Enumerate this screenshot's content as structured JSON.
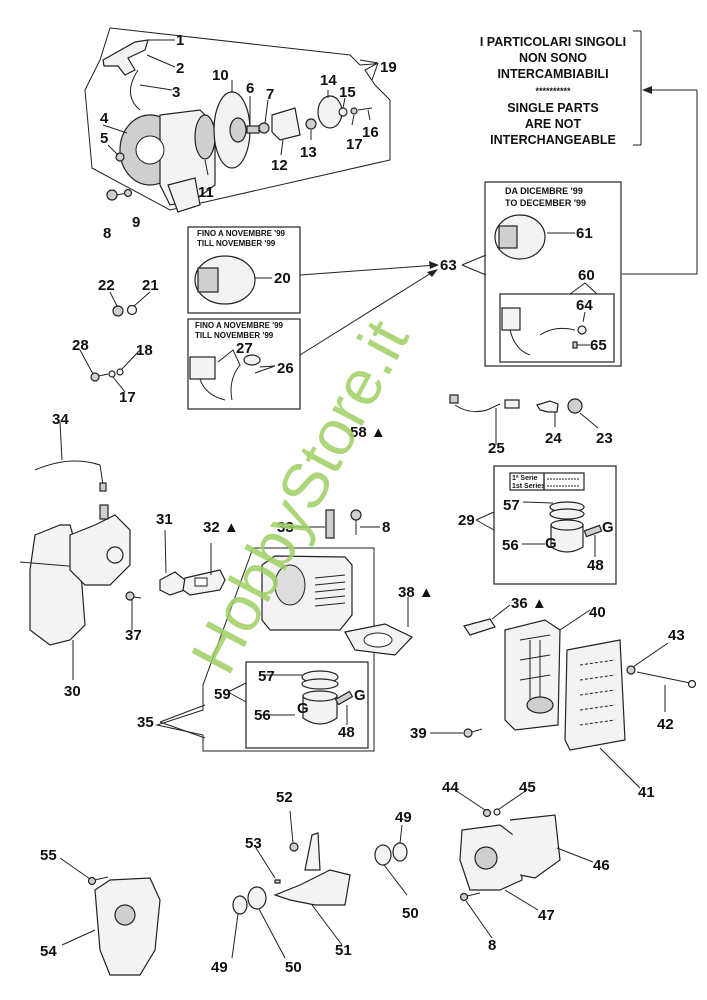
{
  "notice": {
    "italian": [
      "I PARTICOLARI SINGOLI",
      "NON SONO",
      "INTERCAMBIABILI"
    ],
    "separator": "**********",
    "english": [
      "SINGLE PARTS",
      "ARE NOT",
      "INTERCHANGEABLE"
    ]
  },
  "boxes": {
    "from_december": [
      "DA DICEMBRE   '99",
      "TO DECEMBER  '99"
    ],
    "until_november_flywheel": [
      "FINO A NOVEMBRE '99",
      "TILL NOVEMBER     '99"
    ],
    "until_november_coil": [
      "FINO A NOVEMBRE '99",
      "TILL NOVEMBER     '99"
    ],
    "first_series": [
      "1ª Serie",
      "1st Series"
    ]
  },
  "watermark": "HobbyStore.it",
  "watermark_color": "#9fcf63",
  "callouts": {
    "c1": "1",
    "c2": "2",
    "c3": "3",
    "c4": "4",
    "c5": "5",
    "c6": "6",
    "c7": "7",
    "c8a": "8",
    "c8b": "8",
    "c8c": "8",
    "c9": "9",
    "c10": "10",
    "c11": "11",
    "c12": "12",
    "c13": "13",
    "c14": "14",
    "c15": "15",
    "c16": "16",
    "c17a": "17",
    "c17b": "17",
    "c18": "18",
    "c19": "19",
    "c20": "20",
    "c21": "21",
    "c22": "22",
    "c23": "23",
    "c24": "24",
    "c25": "25",
    "c26": "26",
    "c27": "27",
    "c28": "28",
    "c29": "29",
    "c30": "30",
    "c31": "31",
    "c32": "32 ▲",
    "c33": "33",
    "c34": "34",
    "c35": "35",
    "c36": "36 ▲",
    "c37": "37",
    "c38": "38 ▲",
    "c39": "39",
    "c40": "40",
    "c41": "41",
    "c42": "42",
    "c43": "43",
    "c44": "44",
    "c45": "45",
    "c46": "46",
    "c47": "47",
    "c48a": "48",
    "c48b": "48",
    "c49a": "49",
    "c49b": "49",
    "c50a": "50",
    "c50b": "50",
    "c51": "51",
    "c52": "52",
    "c53": "53",
    "c54": "54",
    "c55": "55",
    "c56a": "56",
    "c56b": "56",
    "c57a": "57",
    "c57b": "57",
    "c58": "58 ▲",
    "c59": "59",
    "c60": "60",
    "c61": "61",
    "c63": "63",
    "c64": "64",
    "c65": "65",
    "g": "G"
  }
}
